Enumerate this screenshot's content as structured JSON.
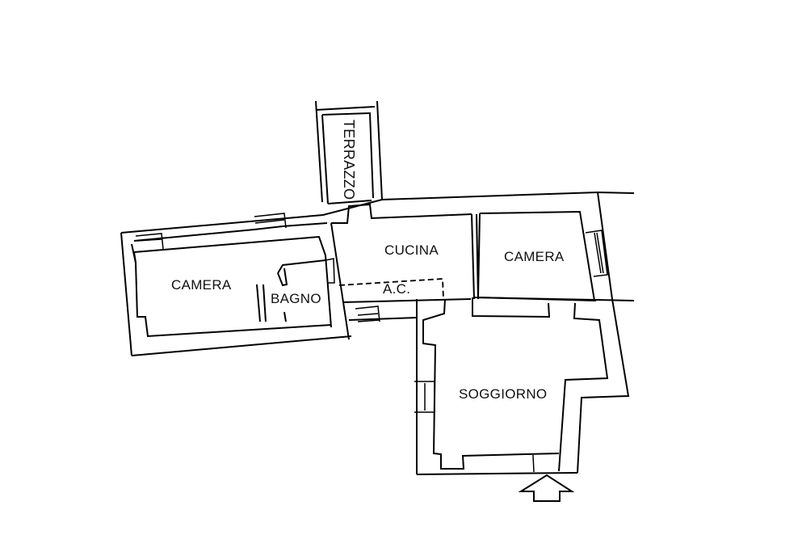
{
  "floorplan": {
    "rooms": [
      {
        "id": "terrazzo",
        "label": "TERRAZZO"
      },
      {
        "id": "camera_left",
        "label": "CAMERA"
      },
      {
        "id": "bagno",
        "label": "BAGNO"
      },
      {
        "id": "cucina",
        "label": "CUCINA"
      },
      {
        "id": "ac",
        "label": "A.C."
      },
      {
        "id": "camera_right",
        "label": "CAMERA"
      },
      {
        "id": "soggiorno",
        "label": "SOGGIORNO"
      }
    ],
    "entrance_icon": "entrance-arrow-icon"
  }
}
